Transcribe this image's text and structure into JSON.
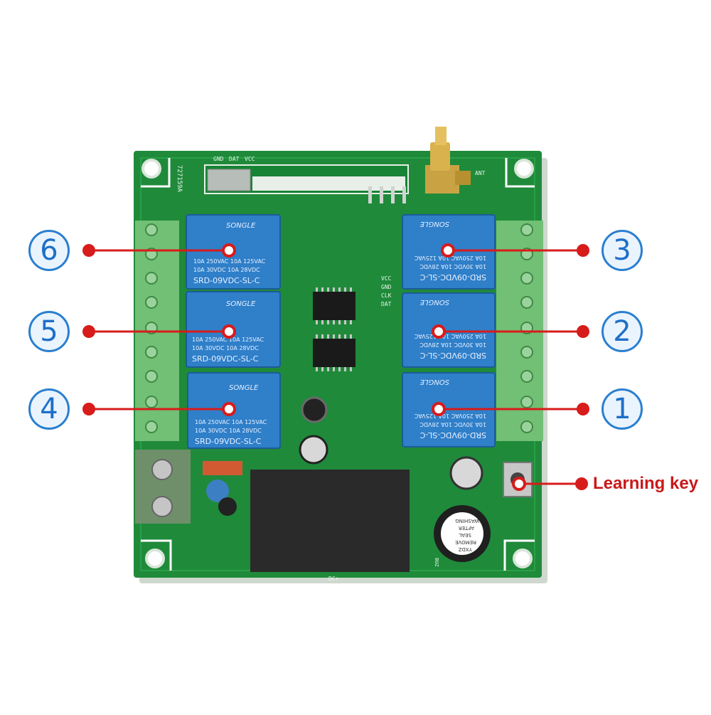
{
  "photo": {
    "description_free": true,
    "board_silkscreen": {
      "header_pins": [
        "GND",
        "DAT",
        "VCC"
      ],
      "serial": "727159A",
      "side_labels": [
        "VCC",
        "GND",
        "CLK",
        "DAT"
      ],
      "antenna_label": "ANT",
      "bottom_label": "DC+",
      "buzzer_label": "BUZ"
    },
    "relay": {
      "brand": "SONGLE",
      "model": "SRD-09VDC-SL-C",
      "rating_line1": "10A 250VAC  10A 125VAC",
      "rating_line2": "10A 30VDC  10A 28VDC"
    },
    "buzzer_sticker": [
      "YXDZ",
      "REMOVE",
      "SEAL",
      "AFTER",
      "WASHING"
    ]
  },
  "callouts": {
    "relays": [
      {
        "number": "6",
        "side": "left"
      },
      {
        "number": "5",
        "side": "left"
      },
      {
        "number": "4",
        "side": "left"
      },
      {
        "number": "3",
        "side": "right"
      },
      {
        "number": "2",
        "side": "right"
      },
      {
        "number": "1",
        "side": "right"
      }
    ],
    "learning_key": "Learning key"
  },
  "colors": {
    "pcb": "#1f8a3a",
    "pcb_dark": "#166b2c",
    "relay": "#2f7fc9",
    "terminal": "#6fbf73",
    "callout_red": "#d81b1b",
    "badge_blue": "#2a7fd0"
  }
}
